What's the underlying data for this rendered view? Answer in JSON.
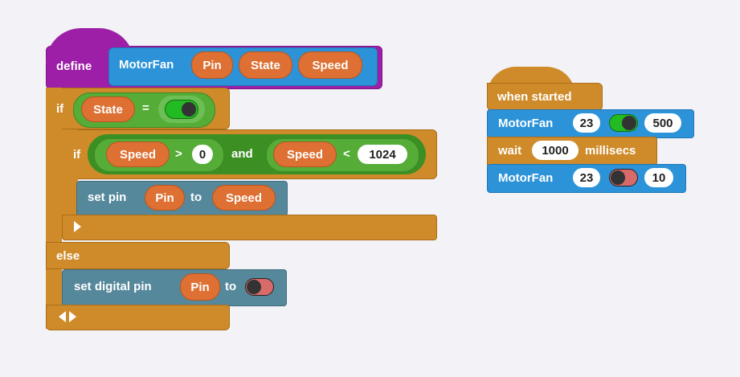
{
  "define_block": {
    "keyword": "define",
    "proc_name": "MotorFan",
    "params": [
      "Pin",
      "State",
      "Speed"
    ]
  },
  "if_outer": {
    "keyword": "if",
    "condition": {
      "var": "State",
      "op": "="
    },
    "else_label": "else"
  },
  "if_inner": {
    "keyword": "if",
    "left": {
      "var": "Speed",
      "op": ">",
      "value": "0"
    },
    "joiner": "and",
    "right": {
      "var": "Speed",
      "op": "<",
      "value": "1024"
    }
  },
  "set_pin": {
    "label": "set pin",
    "pin_var": "Pin",
    "to_label": "to",
    "value_var": "Speed"
  },
  "set_digital": {
    "label": "set digital pin",
    "pin_var": "Pin",
    "to_label": "to"
  },
  "script2": {
    "hat": "when started",
    "call1": {
      "name": "MotorFan",
      "pin": "23",
      "state": "on",
      "speed": "500"
    },
    "wait": {
      "label": "wait",
      "value": "1000",
      "unit": "millisecs"
    },
    "call2": {
      "name": "MotorFan",
      "pin": "23",
      "state": "off",
      "speed": "10"
    }
  },
  "colors": {
    "control": "#cf8b2a",
    "operators": "#55ad38",
    "variables": "#dd7032",
    "custom": "#2c93d9",
    "define": "#9d1fa7",
    "pins": "#56889c",
    "toggle_on": "#22bb22",
    "toggle_off": "#d86a6a"
  }
}
